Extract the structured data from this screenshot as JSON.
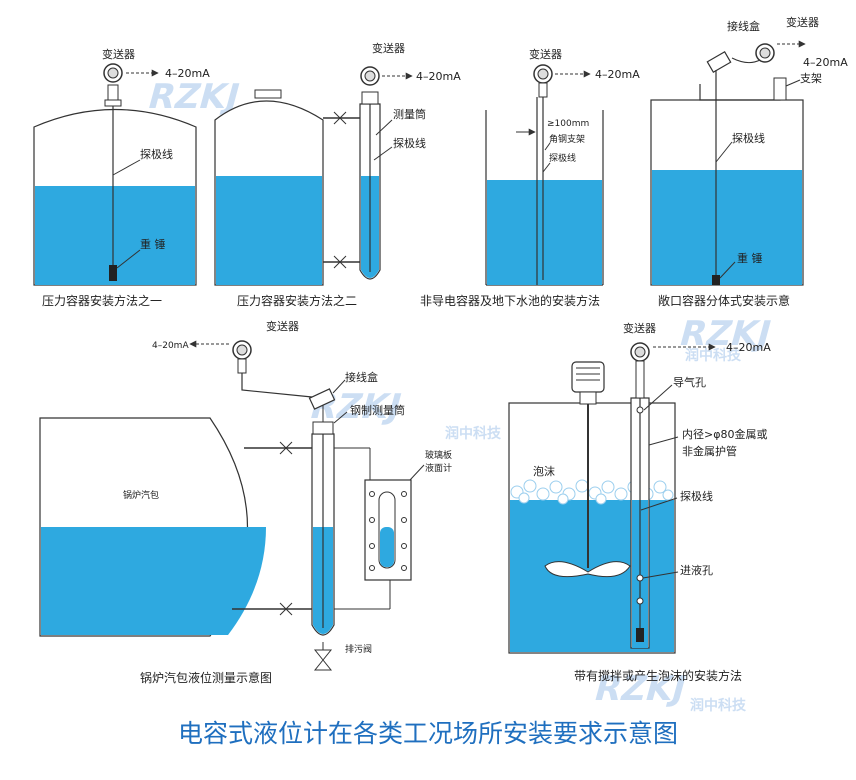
{
  "colors": {
    "liquid": "#2ea9e0",
    "line": "#333333",
    "title": "#1f6fbf"
  },
  "common": {
    "signal": "4–20mA",
    "signal_b": "4–20mA"
  },
  "watermark": {
    "brand": "RZKJ",
    "cn": "润中科技"
  },
  "d1": {
    "transmitter": "变送器",
    "probe": "探极线",
    "weight": "重 锤",
    "caption": "压力容器安装方法之一"
  },
  "d2": {
    "transmitter": "变送器",
    "tube": "测量筒",
    "probe": "探极线",
    "caption": "压力容器安装方法之二"
  },
  "d3": {
    "transmitter": "变送器",
    "gap": "≥100mm",
    "bracket": "角钢支架",
    "probe": "探极线",
    "caption": "非导电容器及地下水池的安装方法"
  },
  "d4": {
    "junction": "接线盒",
    "transmitter": "变送器",
    "bracket": "支架",
    "probe": "探极线",
    "weight": "重 锤",
    "caption": "敞口容器分体式安装示意"
  },
  "d5": {
    "transmitter": "变送器",
    "junction": "接线盒",
    "tube": "钢制测量筒",
    "gauge_a": "玻璃板",
    "gauge_b": "液面计",
    "drum": "锅炉汽包",
    "drain": "排污阀",
    "caption": "锅炉汽包液位测量示意图"
  },
  "d6": {
    "transmitter": "变送器",
    "vent": "导气孔",
    "foam": "泡沫",
    "pipe_a": "内径>φ80金属或",
    "pipe_b": "非金属护管",
    "probe": "探极线",
    "inlet": "进液孔",
    "caption": "带有搅拌或产生泡沫的安装方法"
  },
  "main_title": "电容式液位计在各类工况场所安装要求示意图"
}
